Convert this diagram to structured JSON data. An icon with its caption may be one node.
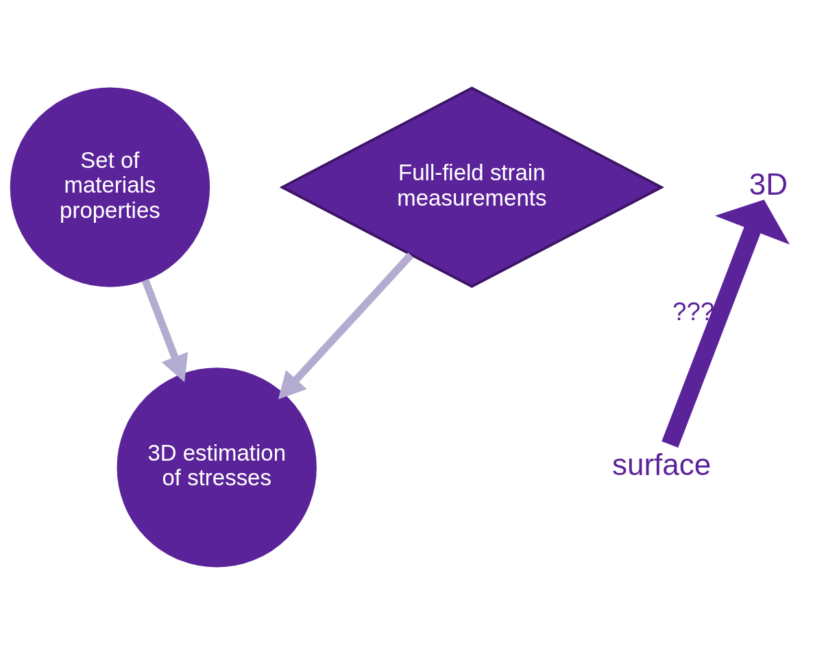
{
  "diagram": {
    "nodes": [
      {
        "text": [
          "Set of materials properties"
        ]
      },
      {
        "text": [
          "Full-field strain measurements"
        ]
      },
      {
        "text": [
          "3D estimation of stresses"
        ]
      },
      {
        "text": [
          "surface"
        ]
      },
      {
        "text": [
          "3D"
        ]
      }
    ],
    "edges": [
      {
        "from": 0,
        "to": 2,
        "arrow": "to"
      },
      {
        "from": 1,
        "to": 2,
        "arrow": "to"
      },
      {
        "from": 3,
        "to": 4,
        "arrow": "to",
        "label": "???",
        "style": "thick",
        "color": "#5b2399"
      }
    ]
  }
}
